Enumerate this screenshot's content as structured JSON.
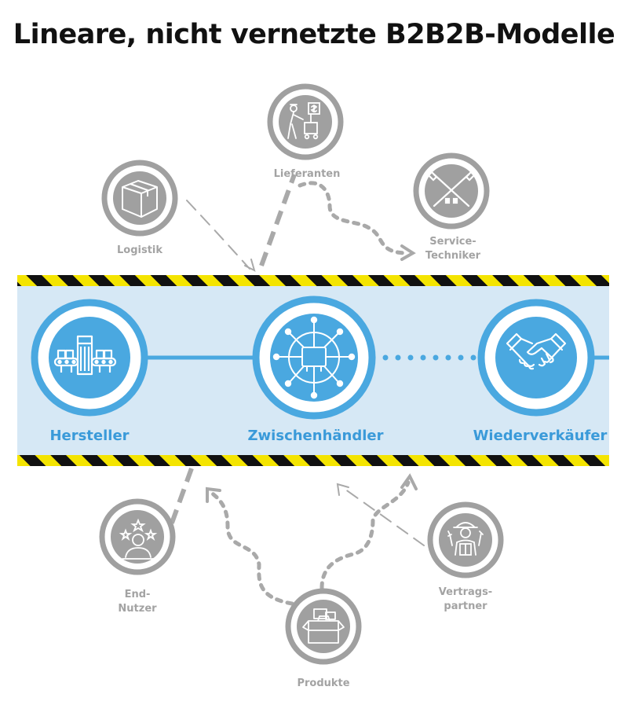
{
  "title": "Lineare, nicht vernetzte B2B2B-Modelle",
  "colors": {
    "band": "#d6e8f5",
    "blue": "#4aa8e0",
    "blue_dark": "#2d8fd0",
    "grey": "#a0a0a0",
    "hazard_yellow": "#f4e400",
    "hazard_black": "#111111"
  },
  "main_nodes": [
    {
      "id": "hersteller",
      "label": "Hersteller",
      "icon": "factory-conveyor-icon"
    },
    {
      "id": "zwischenhaendler",
      "label": "Zwischenhändler",
      "icon": "network-hub-icon"
    },
    {
      "id": "wiederverkaeufer",
      "label": "Wiederverkäufer",
      "icon": "handshake-icon"
    }
  ],
  "satellites": [
    {
      "id": "lieferanten",
      "label": "Lieferanten",
      "icon": "supplier-cart-icon"
    },
    {
      "id": "logistik",
      "label": "Logistik",
      "icon": "package-box-icon"
    },
    {
      "id": "service",
      "label": "Service-\nTechniker",
      "icon": "crossed-tools-icon"
    },
    {
      "id": "endnutzer",
      "label": "End-\nNutzer",
      "icon": "rating-person-icon"
    },
    {
      "id": "vertragspartner",
      "label": "Vertrags-\npartner",
      "icon": "worker-helmet-icon"
    },
    {
      "id": "produkte",
      "label": "Produkte",
      "icon": "open-box-icon"
    }
  ]
}
